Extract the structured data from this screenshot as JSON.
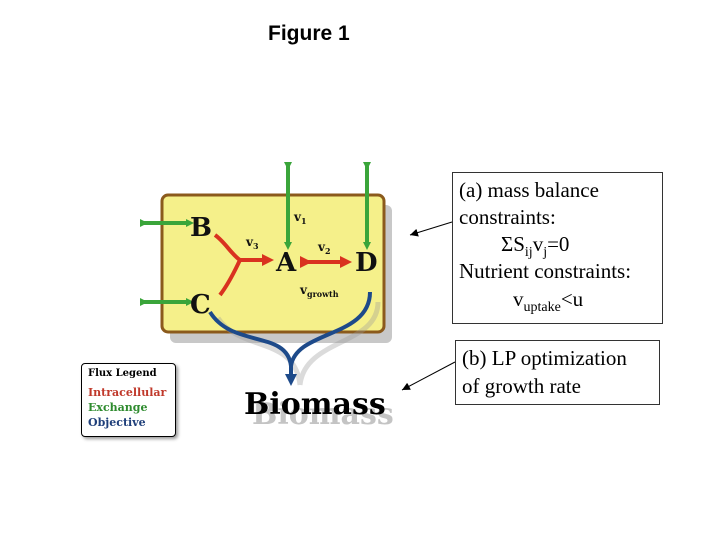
{
  "title": "Figure 1",
  "nodes": {
    "A": "A",
    "B": "B",
    "C": "C",
    "D": "D"
  },
  "fluxes": {
    "v1": {
      "base": "v",
      "sub": "1"
    },
    "v2": {
      "base": "v",
      "sub": "2"
    },
    "v3": {
      "base": "v",
      "sub": "3"
    },
    "vgrowth": {
      "base": "v",
      "sub": "growth"
    }
  },
  "biomass_label": "Biomass",
  "box_a": {
    "line1": "(a) mass balance",
    "line2": "constraints:",
    "eq_sum": "ΣS",
    "eq_sub_ij": "ij",
    "eq_v": "v",
    "eq_sub_j": "j",
    "eq_rhs": "=0",
    "line4": "Nutrient constraints:",
    "nut_v": "v",
    "nut_sub": "uptake",
    "nut_rhs": "<u"
  },
  "box_b": {
    "line1": "(b) LP optimization",
    "line2": "of growth rate"
  },
  "legend": {
    "title": "Flux Legend",
    "items": [
      {
        "label": "Intracellular",
        "color": "#c0392b"
      },
      {
        "label": "Exchange",
        "color": "#2e8b2e"
      },
      {
        "label": "Objective",
        "color": "#1f3f7a"
      }
    ]
  },
  "colors": {
    "cell_fill": "#f5f08a",
    "cell_border": "#8b5a1c",
    "intracellular": "#d9321f",
    "exchange": "#3aa53a",
    "objective": "#1d4a8a"
  }
}
